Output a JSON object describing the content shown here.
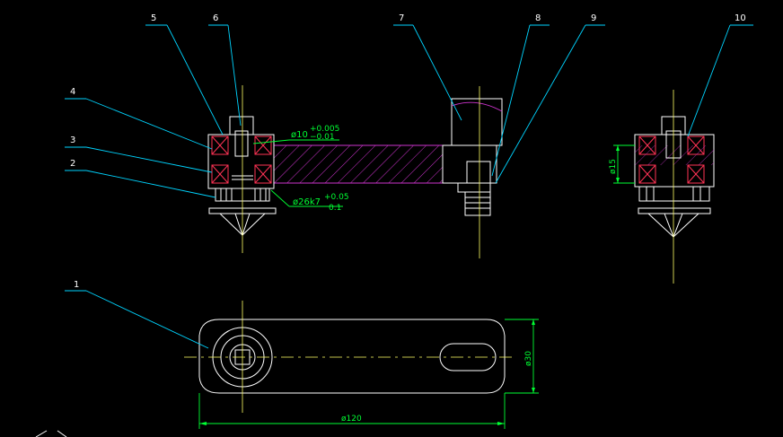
{
  "drawing": {
    "leaders": [
      "5",
      "6",
      "7",
      "8",
      "9",
      "10",
      "4",
      "3",
      "2",
      "1"
    ],
    "dimensions": {
      "bore_d": "ø10",
      "bore_upper": "+0.005",
      "bore_lower": "−0.01",
      "bearing_d": "ø26k7",
      "bearing_upper": "+0.05",
      "bearing_lower": "0.1",
      "side_height": "ø15",
      "plate_height": "ø30",
      "plate_length": "ø120"
    },
    "colors": {
      "background": "#000000",
      "outline": "#ffffff",
      "leader": "#00d4ff",
      "dimension": "#00ff33",
      "centerline": "#ffff66",
      "bearing": "#ff3355",
      "hatch": "#cc33cc"
    }
  }
}
